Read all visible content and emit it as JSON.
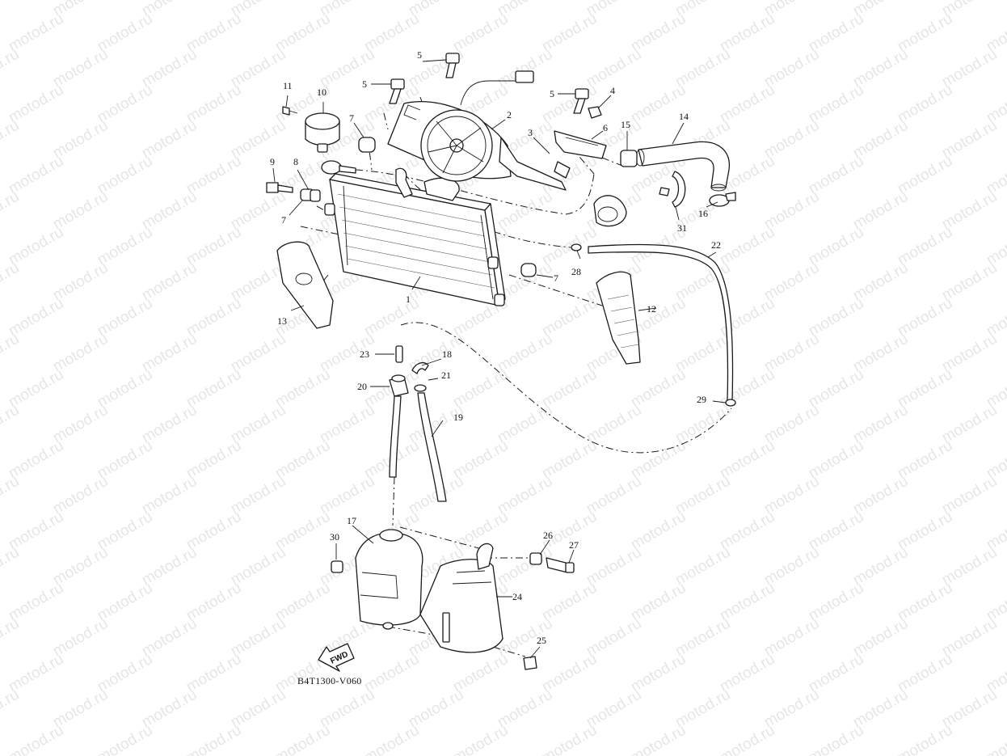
{
  "watermark_text": "motod.ru",
  "diagram_code": "B4T1300-V060",
  "fwd_label": "FWD",
  "callouts": [
    "1",
    "2",
    "3",
    "4",
    "5",
    "5",
    "5",
    "6",
    "7",
    "7",
    "7",
    "8",
    "9",
    "10",
    "11",
    "12",
    "13",
    "14",
    "15",
    "16",
    "17",
    "18",
    "19",
    "20",
    "21",
    "22",
    "23",
    "24",
    "25",
    "26",
    "27",
    "28",
    "29",
    "30",
    "31"
  ]
}
